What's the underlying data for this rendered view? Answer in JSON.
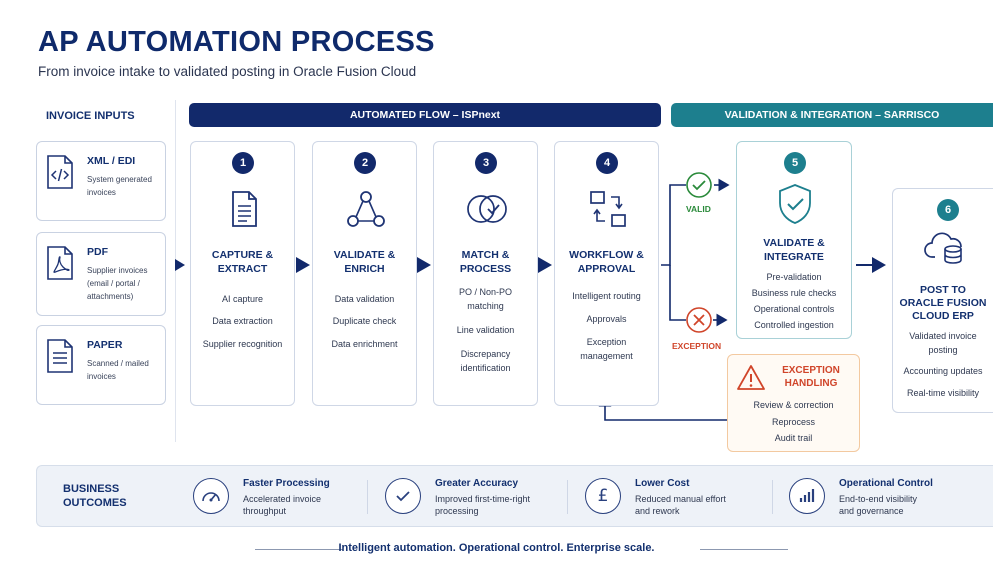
{
  "header": {
    "title": "AP AUTOMATION PROCESS",
    "subtitle": "From invoice intake to validated posting in Oracle Fusion Cloud"
  },
  "inputs": {
    "heading": "INVOICE INPUTS",
    "items": [
      {
        "title": "XML / EDI",
        "desc": "System generated invoices",
        "icon": "code-file-icon"
      },
      {
        "title": "PDF",
        "desc": "Supplier invoices (email / portal / attachments)",
        "icon": "pdf-file-icon"
      },
      {
        "title": "PAPER",
        "desc": "Scanned / mailed invoices",
        "icon": "paper-document-icon"
      }
    ]
  },
  "banners": {
    "automated": "AUTOMATED FLOW – ISPnext",
    "validation": "VALIDATION & INTEGRATION – SARRISCO"
  },
  "steps": [
    {
      "number": "1",
      "title_1": "CAPTURE &",
      "title_2": "EXTRACT",
      "lines": [
        "AI capture",
        "Data extraction",
        "Supplier recognition"
      ],
      "icon": "document-icon"
    },
    {
      "number": "2",
      "title_1": "VALIDATE &",
      "title_2": "ENRICH",
      "lines": [
        "Data validation",
        "Duplicate check",
        "Data enrichment"
      ],
      "icon": "network-nodes-icon"
    },
    {
      "number": "3",
      "title_1": "MATCH &",
      "title_2": "PROCESS",
      "lines": [
        "PO / Non-PO",
        "matching",
        "Line validation",
        "Discrepancy",
        "identification"
      ],
      "icon": "match-circles-icon"
    },
    {
      "number": "4",
      "title_1": "WORKFLOW &",
      "title_2": "APPROVAL",
      "lines": [
        "Intelligent routing",
        "Approvals",
        "Exception",
        "management"
      ],
      "icon": "workflow-icon"
    }
  ],
  "branch": {
    "valid_label": "VALID",
    "exception_label": "EXCEPTION"
  },
  "validate": {
    "number": "5",
    "title_1": "VALIDATE &",
    "title_2": "INTEGRATE",
    "lines": [
      "Pre-validation",
      "Business rule checks",
      "Operational controls",
      "Controlled ingestion"
    ],
    "icon": "shield-check-icon"
  },
  "post": {
    "number": "6",
    "title_1": "POST TO",
    "title_2": "ORACLE FUSION",
    "title_3": "CLOUD ERP",
    "lines": [
      "Validated invoice",
      "posting",
      "Accounting updates",
      "Real-time visibility"
    ],
    "icon": "cloud-database-icon"
  },
  "exception": {
    "title_1": "EXCEPTION",
    "title_2": "HANDLING",
    "lines": [
      "Review & correction",
      "Reprocess",
      "Audit trail"
    ],
    "icon": "warning-icon"
  },
  "outcomes": {
    "heading_1": "BUSINESS",
    "heading_2": "OUTCOMES",
    "items": [
      {
        "title": "Faster Processing",
        "desc_1": "Accelerated invoice",
        "desc_2": "throughput",
        "icon": "speedometer-icon"
      },
      {
        "title": "Greater Accuracy",
        "desc_1": "Improved first-time-right",
        "desc_2": "processing",
        "icon": "checkmark-icon"
      },
      {
        "title": "Lower Cost",
        "desc_1": "Reduced manual effort",
        "desc_2": "and rework",
        "icon": "pound-icon"
      },
      {
        "title": "Operational Control",
        "desc_1": "End-to-end visibility",
        "desc_2": "and governance",
        "icon": "bar-chart-icon"
      }
    ]
  },
  "footer": "Intelligent automation. Operational control. Enterprise scale.",
  "colors": {
    "navy": "#12296b",
    "teal": "#1d7f8e",
    "valid_green": "#2a8a3a",
    "exception_red": "#d0452a"
  }
}
